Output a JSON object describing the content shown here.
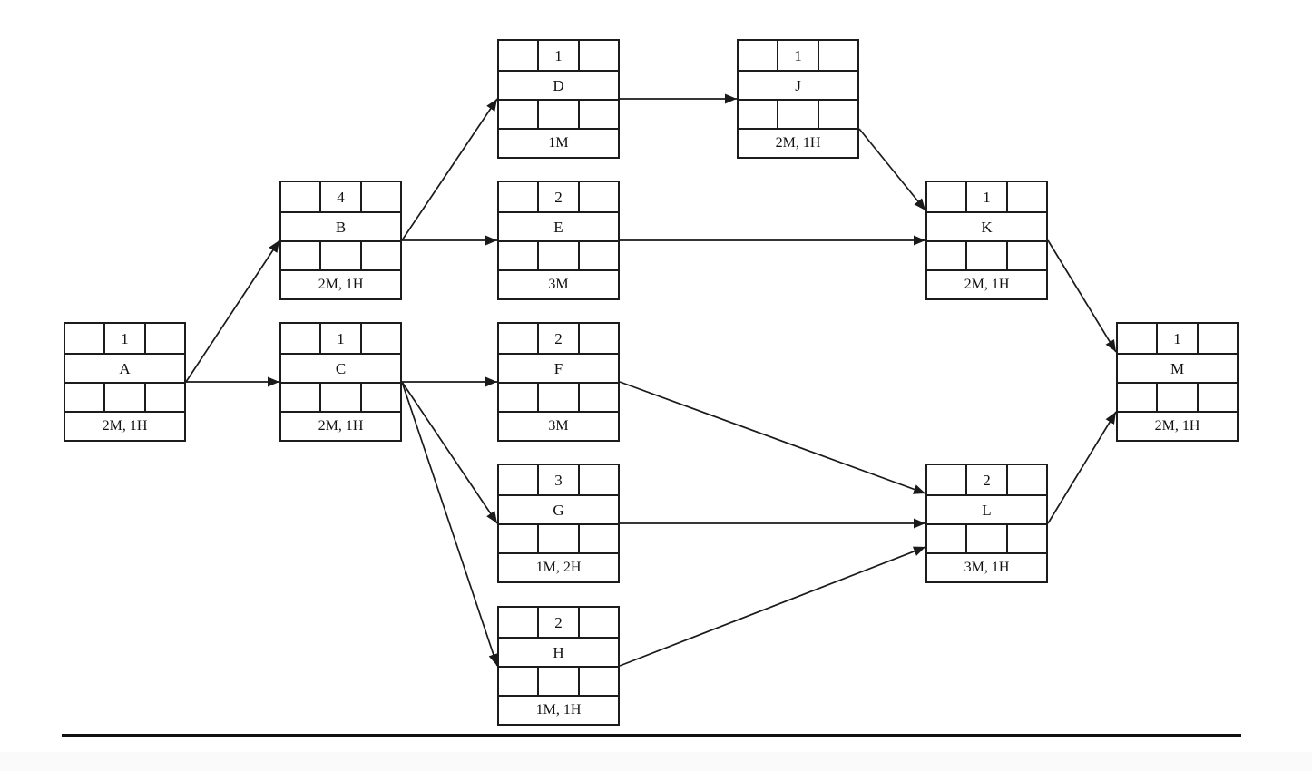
{
  "diagram": {
    "type": "activity-network-diagram",
    "nodes": [
      {
        "id": "A",
        "top_number": "1",
        "label": "A",
        "duration": "2M, 1H"
      },
      {
        "id": "B",
        "top_number": "4",
        "label": "B",
        "duration": "2M, 1H"
      },
      {
        "id": "C",
        "top_number": "1",
        "label": "C",
        "duration": "2M, 1H"
      },
      {
        "id": "D",
        "top_number": "1",
        "label": "D",
        "duration": "1M"
      },
      {
        "id": "E",
        "top_number": "2",
        "label": "E",
        "duration": "3M"
      },
      {
        "id": "F",
        "top_number": "2",
        "label": "F",
        "duration": "3M"
      },
      {
        "id": "G",
        "top_number": "3",
        "label": "G",
        "duration": "1M, 2H"
      },
      {
        "id": "H",
        "top_number": "2",
        "label": "H",
        "duration": "1M, 1H"
      },
      {
        "id": "J",
        "top_number": "1",
        "label": "J",
        "duration": "2M, 1H"
      },
      {
        "id": "K",
        "top_number": "1",
        "label": "K",
        "duration": "2M, 1H"
      },
      {
        "id": "L",
        "top_number": "2",
        "label": "L",
        "duration": "3M, 1H"
      },
      {
        "id": "M",
        "top_number": "1",
        "label": "M",
        "duration": "2M, 1H"
      }
    ],
    "edges": [
      {
        "from": "A",
        "to": "B"
      },
      {
        "from": "A",
        "to": "C"
      },
      {
        "from": "B",
        "to": "D"
      },
      {
        "from": "B",
        "to": "E"
      },
      {
        "from": "C",
        "to": "F"
      },
      {
        "from": "C",
        "to": "G"
      },
      {
        "from": "C",
        "to": "H"
      },
      {
        "from": "D",
        "to": "J"
      },
      {
        "from": "J",
        "to": "K"
      },
      {
        "from": "E",
        "to": "K"
      },
      {
        "from": "F",
        "to": "L"
      },
      {
        "from": "G",
        "to": "L"
      },
      {
        "from": "H",
        "to": "L"
      },
      {
        "from": "K",
        "to": "M"
      },
      {
        "from": "L",
        "to": "M"
      }
    ],
    "colors": {
      "line": "#1a1a1a",
      "border": "#1c1c1c",
      "background": "#ffffff",
      "footer_strip": "#fafafa",
      "bottom_rule": "#111111"
    }
  }
}
